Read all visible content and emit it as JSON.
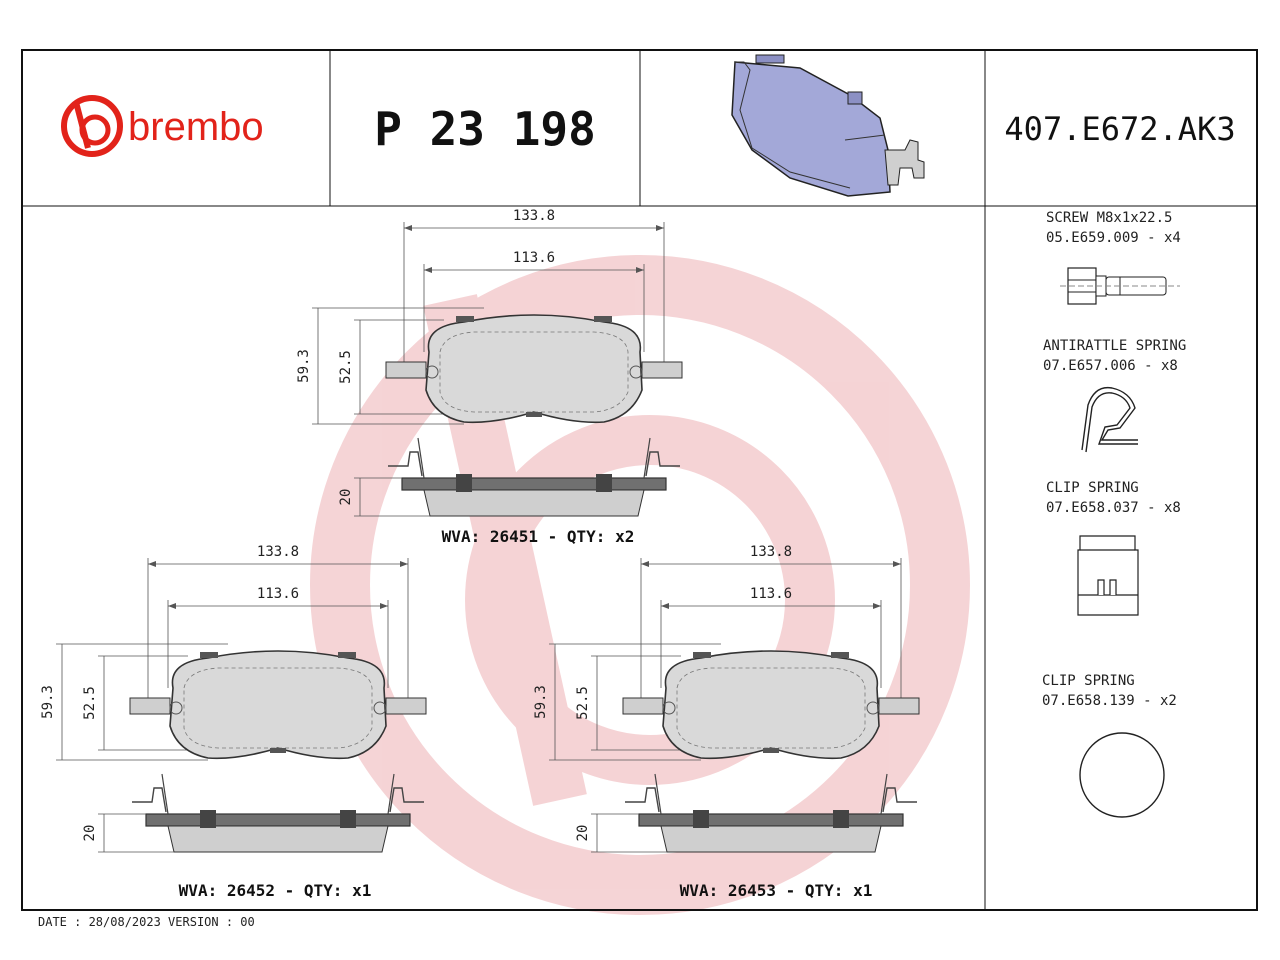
{
  "header": {
    "brand": "brembo",
    "part_number": "P 23 198",
    "ref_code": "407.E672.AK3"
  },
  "dimensions": {
    "width_outer": "133.8",
    "width_inner": "113.6",
    "height_outer": "59.3",
    "height_inner": "52.5",
    "thickness": "20"
  },
  "pads": [
    {
      "label": "WVA: 26451 - QTY: x2"
    },
    {
      "label": "WVA: 26452 - QTY: x1"
    },
    {
      "label": "WVA: 26453 - QTY: x1"
    }
  ],
  "accessories": [
    {
      "name": "SCREW M8x1x22.5",
      "code": "05.E659.009 - x4",
      "icon": "screw-icon"
    },
    {
      "name": "ANTIRATTLE SPRING",
      "code": "07.E657.006 - x8",
      "icon": "antirattle-spring-icon"
    },
    {
      "name": "CLIP SPRING",
      "code": "07.E658.037 - x8",
      "icon": "clip-spring-icon"
    },
    {
      "name": "CLIP SPRING",
      "code": "07.E658.139 - x2",
      "icon": "ring-clip-icon"
    }
  ],
  "footer": {
    "date_version": "DATE : 28/08/2023 VERSION : 00"
  },
  "colors": {
    "brand_red": "#e2231a",
    "watermark": "#f3c9cb",
    "pad_blue": "#a3a8d8"
  }
}
